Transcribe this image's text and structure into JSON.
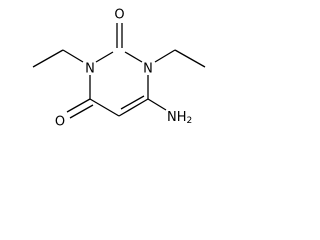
{
  "molecule": {
    "atoms": {
      "n1": "N",
      "n3": "N",
      "o_c2": "O",
      "o_c4": "O",
      "amino": "NH",
      "amino_sub": "2"
    }
  }
}
